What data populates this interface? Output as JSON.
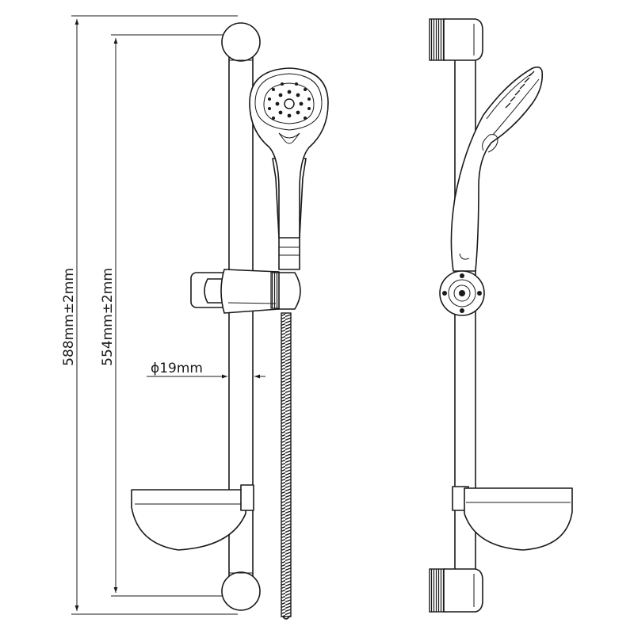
{
  "dimensions": {
    "overall_height": "588mm±2mm",
    "bracket_spacing": "554mm±2mm",
    "rail_diameter": "ϕ19mm"
  },
  "colors": {
    "line": "#1a1a1a",
    "background": "#ffffff"
  }
}
